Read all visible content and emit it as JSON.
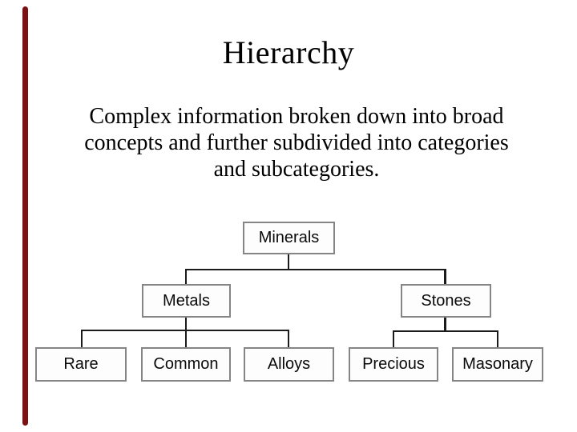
{
  "slide": {
    "title": "Hierarchy",
    "accent_color": "#7c1013",
    "description": {
      "line1": "Complex information broken down into broad",
      "line2": "concepts and further subdivided into categories",
      "line3": "and subcategories."
    },
    "diagram": {
      "root": {
        "label": "Minerals"
      },
      "branches": [
        {
          "label": "Metals",
          "children": [
            {
              "label": "Rare"
            },
            {
              "label": "Common"
            },
            {
              "label": "Alloys"
            }
          ]
        },
        {
          "label": "Stones",
          "children": [
            {
              "label": "Precious"
            },
            {
              "label": "Masonary"
            }
          ]
        }
      ]
    }
  }
}
